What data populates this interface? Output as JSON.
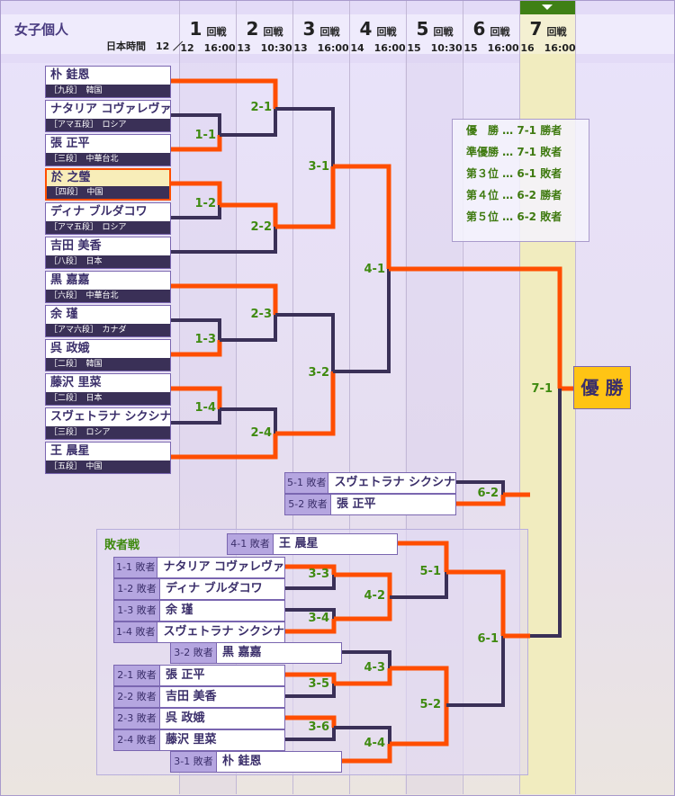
{
  "header": {
    "title": "女子個人",
    "jst_label": "日本時間　12 ／",
    "rounds": [
      {
        "num": "1",
        "suffix": "回戦",
        "date": "12　16:00"
      },
      {
        "num": "2",
        "suffix": "回戦",
        "date": "13　10:30"
      },
      {
        "num": "3",
        "suffix": "回戦",
        "date": "13　16:00"
      },
      {
        "num": "4",
        "suffix": "回戦",
        "date": "14　16:00"
      },
      {
        "num": "5",
        "suffix": "回戦",
        "date": "15　10:30"
      },
      {
        "num": "6",
        "suffix": "回戦",
        "date": "15　16:00"
      },
      {
        "num": "7",
        "suffix": "回戦",
        "date": "16　16:00"
      }
    ],
    "current_round_marker": "7"
  },
  "players": [
    {
      "name": "朴 銈恩",
      "info": "［九段］　韓国"
    },
    {
      "name": "ナタリア コヴァレヴァ",
      "info": "［アマ五段］　ロシア"
    },
    {
      "name": "張 正平",
      "info": "［三段］　中華台北"
    },
    {
      "name": "於 之瑩",
      "info": "［四段］　中国",
      "highlight": true
    },
    {
      "name": "ディナ ブルダコワ",
      "info": "［アマ五段］　ロシア"
    },
    {
      "name": "吉田 美香",
      "info": "［八段］　日本"
    },
    {
      "name": "黒 嘉嘉",
      "info": "［六段］　中華台北"
    },
    {
      "name": "余 瑾",
      "info": "［アマ六段］　カナダ"
    },
    {
      "name": "呉 政娥",
      "info": "［二段］　韓国"
    },
    {
      "name": "藤沢 里菜",
      "info": "［二段］　日本"
    },
    {
      "name": "スヴェトラナ シクシナ",
      "info": "［三段］　ロシア"
    },
    {
      "name": "王 晨星",
      "info": "［五段］　中国"
    }
  ],
  "main_matches": [
    "1-1",
    "1-2",
    "1-3",
    "1-4",
    "2-1",
    "2-2",
    "2-3",
    "2-4",
    "3-1",
    "3-2",
    "4-1",
    "7-1"
  ],
  "legend": [
    "優　勝 … 7-1 勝者",
    "準優勝 … 7-1 敗者",
    "第３位 … 6-1 敗者",
    "第４位 … 6-2 勝者",
    "第５位 … 6-2 敗者"
  ],
  "champion_label": "優 勝",
  "third_place": {
    "match": "6-2",
    "entries": [
      {
        "tag": "5-1 敗者",
        "name": "スヴェトラナ シクシナ"
      },
      {
        "tag": "5-2 敗者",
        "name": "張 正平"
      }
    ]
  },
  "repechage": {
    "title": "敗者戦",
    "entries": [
      {
        "tag": "4-1 敗者",
        "name": "王 晨星"
      },
      {
        "tag": "1-1 敗者",
        "name": "ナタリア コヴァレヴァ"
      },
      {
        "tag": "1-2 敗者",
        "name": "ディナ ブルダコワ"
      },
      {
        "tag": "1-3 敗者",
        "name": "余 瑾"
      },
      {
        "tag": "1-4 敗者",
        "name": "スヴェトラナ シクシナ"
      },
      {
        "tag": "3-2 敗者",
        "name": "黒 嘉嘉"
      },
      {
        "tag": "2-1 敗者",
        "name": "張 正平"
      },
      {
        "tag": "2-2 敗者",
        "name": "吉田 美香"
      },
      {
        "tag": "2-3 敗者",
        "name": "呉 政娥"
      },
      {
        "tag": "2-4 敗者",
        "name": "藤沢 里菜"
      },
      {
        "tag": "3-1 敗者",
        "name": "朴 銈恩"
      }
    ],
    "matches": [
      "3-3",
      "3-4",
      "3-5",
      "3-6",
      "4-2",
      "4-3",
      "4-4",
      "5-1",
      "5-2",
      "6-1"
    ]
  },
  "colors": {
    "winner_line": "#ff4e00",
    "loser_line": "#3a3057",
    "match_label": "#3f8a10",
    "champion_bg": "#ffc414",
    "current_round": "#3f8015"
  }
}
